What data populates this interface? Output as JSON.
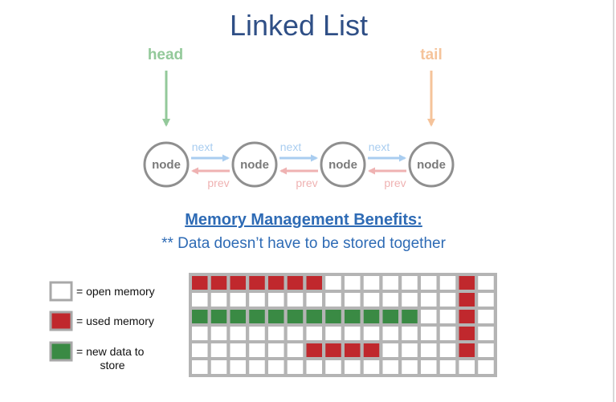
{
  "title": "Linked List",
  "pointers": {
    "head": "head",
    "tail": "tail"
  },
  "nodes": [
    "node",
    "node",
    "node",
    "node"
  ],
  "link_labels": {
    "next": "next",
    "prev": "prev"
  },
  "benefits": {
    "heading": "Memory Management Benefits:",
    "note": "** Data doesn’t have to be stored together"
  },
  "legend": [
    {
      "label": "= open memory",
      "state": "open"
    },
    {
      "label": "= used memory",
      "state": "used"
    },
    {
      "label": "= new data to",
      "label_line2": "store",
      "state": "new"
    }
  ],
  "colors": {
    "title": "#2f4f86",
    "head": "#93c99a",
    "tail": "#f5c39a",
    "node_border": "#8f8f8f",
    "next": "#a9cdf0",
    "prev": "#efb2b2",
    "heading": "#2e6bb5",
    "open": "#ffffff",
    "used": "#c0282d",
    "new": "#3a8a44",
    "grid_line": "#b4b4b4"
  },
  "memory_grid": {
    "rows": 6,
    "cols": 16,
    "cells": [
      "uuuuuuu.......u.",
      "..............u.",
      "nnnnnnnnnnnn..u.",
      "..............u.",
      "......uuuu....u.",
      "................"
    ]
  }
}
